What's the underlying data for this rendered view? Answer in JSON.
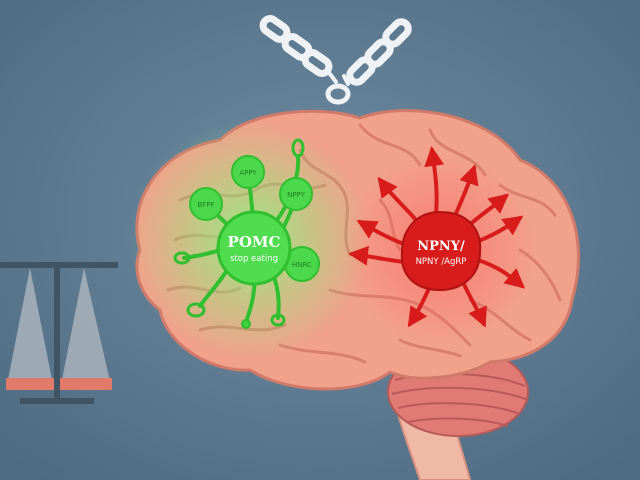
{
  "labels": {
    "pomc_title": "POMC",
    "pomc_caption": "stop eating",
    "pomc_node_top": "APPY",
    "pomc_node_left": "BFPF",
    "pomc_node_right": "NPPY",
    "pomc_node_bottom": "HNRC",
    "agrp_title": "NPNY/",
    "agrp_caption": "NPNY /AgRP"
  },
  "colors": {
    "background": "#5d7a91",
    "brain": "#f2a18b",
    "brain_outline": "#d27a6a",
    "pomc_green": "#3fd23f",
    "agrp_red": "#d81c1c",
    "chain": "#eef2f5"
  },
  "icons": {
    "top": "broken-chain-icon",
    "left": "balance-scale-icon"
  }
}
